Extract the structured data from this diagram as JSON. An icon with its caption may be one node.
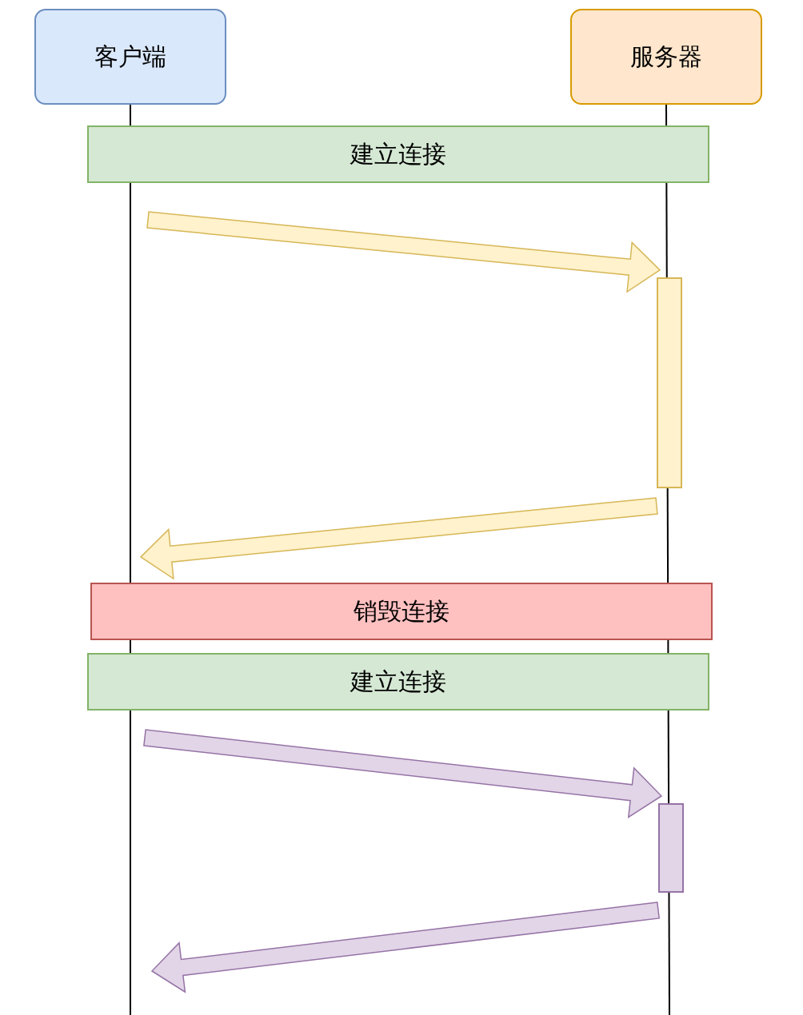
{
  "diagram": {
    "nodes": [
      {
        "text": [
          "客户端"
        ]
      },
      {
        "text": [
          "服务器"
        ]
      },
      {
        "text": [
          "建立连接"
        ]
      },
      {
        "text": [],
        "shape": "bar"
      },
      {
        "text": [
          "销毁连接"
        ]
      },
      {
        "text": [
          "建立连接"
        ]
      },
      {
        "text": [],
        "shape": "bar"
      }
    ],
    "edges": [
      {
        "from": 0,
        "to": null,
        "arrow": "none"
      },
      {
        "from": 1,
        "to": null,
        "arrow": "none"
      },
      {
        "from": null,
        "to": 3,
        "arrow": "to",
        "style": "thick",
        "color": "#d6b656"
      },
      {
        "from": 3,
        "to": null,
        "arrow": "to",
        "style": "thick",
        "color": "#d6b656"
      },
      {
        "from": null,
        "to": 6,
        "arrow": "to",
        "style": "thick",
        "color": "#9673a6"
      },
      {
        "from": 6,
        "to": null,
        "arrow": "to",
        "style": "thick",
        "color": "#9673a6"
      }
    ]
  }
}
